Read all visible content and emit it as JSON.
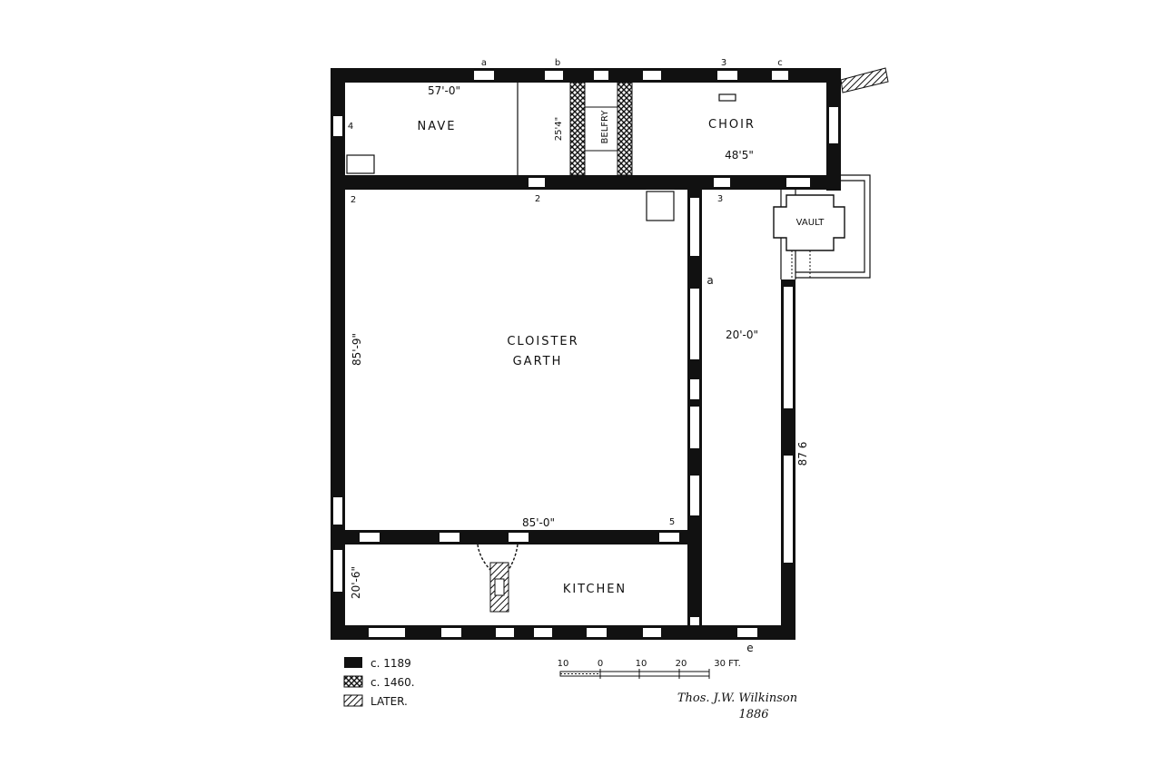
{
  "rooms": {
    "nave": "NAVE",
    "choir": "CHOIR",
    "belfry": "BELFRY",
    "vault": "VAULT",
    "cloister_line1": "CLOISTER",
    "cloister_line2": "GARTH",
    "kitchen": "KITCHEN"
  },
  "dimensions": {
    "nave_length": "57'-0\"",
    "belfry_width": "25'4\"",
    "choir_length": "48'5\"",
    "cloister_west": "85'-9\"",
    "cloister_south": "85'-0\"",
    "east_range_width": "20'-0\"",
    "east_range_length": "87 6",
    "kitchen_width": "20'-6\""
  },
  "marks": {
    "a_top": "a",
    "b_top": "b",
    "three_top": "3",
    "c_top": "c",
    "four_left": "4",
    "two_left": "2",
    "two_mid": "2",
    "three_mid": "3",
    "a_east": "a",
    "five_south": "5",
    "e_bottom": "e"
  },
  "legend": [
    {
      "label": "c. 1189",
      "pattern": "solid"
    },
    {
      "label": "c. 1460.",
      "pattern": "crosshatch"
    },
    {
      "label": "LATER.",
      "pattern": "hatch"
    }
  ],
  "scale": {
    "ticks": [
      "10",
      "0",
      "10",
      "20",
      "30 FT."
    ]
  },
  "signature": {
    "name": "Thos. J.W. Wilkinson",
    "year": "1886"
  },
  "colors": {
    "ink": "#111111",
    "paper": "#ffffff"
  }
}
